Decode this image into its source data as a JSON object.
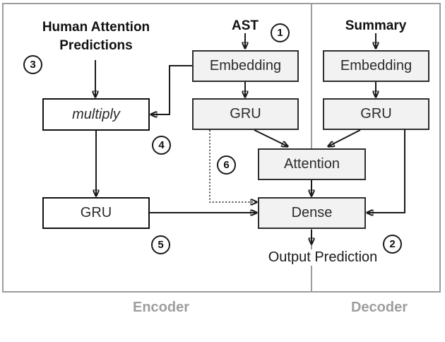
{
  "diagram": {
    "headers": {
      "human_attention": [
        "Human Attention",
        "Predictions"
      ],
      "ast": "AST",
      "summary": "Summary"
    },
    "boxes": {
      "encoder_embedding": "Embedding",
      "encoder_gru": "GRU",
      "multiply": "multiply",
      "encoder_gru2": "GRU",
      "decoder_embedding": "Embedding",
      "decoder_gru": "GRU",
      "attention": "Attention",
      "dense": "Dense"
    },
    "markers": [
      "1",
      "2",
      "3",
      "4",
      "5",
      "6"
    ],
    "output_label": "Output Prediction",
    "sections": {
      "encoder": "Encoder",
      "decoder": "Decoder"
    },
    "colors": {
      "box_fill": "#f2f2f2",
      "box_border": "#2f2f2f",
      "white_box_border": "#111111",
      "frame_gray": "#9c9c9c",
      "section_label_gray": "#9e9e9e",
      "arrow_black": "#1a1a1a"
    }
  }
}
